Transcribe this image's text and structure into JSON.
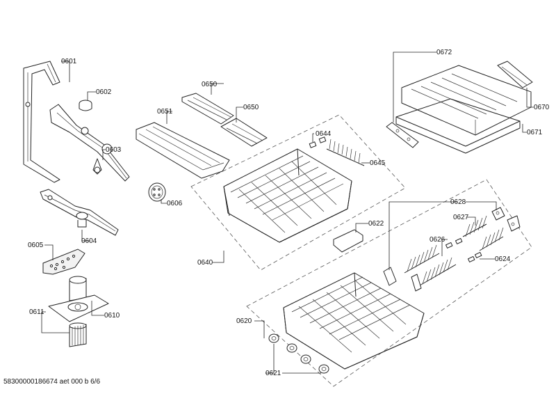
{
  "footer_text": "58300000186674 aet 000 b 6/6",
  "parts": {
    "p0601": "0601",
    "p0602": "0602",
    "p0603": "0603",
    "p0604": "0604",
    "p0605": "0605",
    "p0606": "0606",
    "p0610": "0610",
    "p0611": "0611",
    "p0620": "0620",
    "p0621": "0621",
    "p0622": "0622",
    "p0624": "0624",
    "p0626": "0626",
    "p0627": "0627",
    "p0628": "0628",
    "p0640": "0640",
    "p0644": "0644",
    "p0645": "0645",
    "p0650a": "0650",
    "p0650b": "0650",
    "p0651": "0651",
    "p0670": "0670",
    "p0671": "0671",
    "p0672": "0672"
  }
}
